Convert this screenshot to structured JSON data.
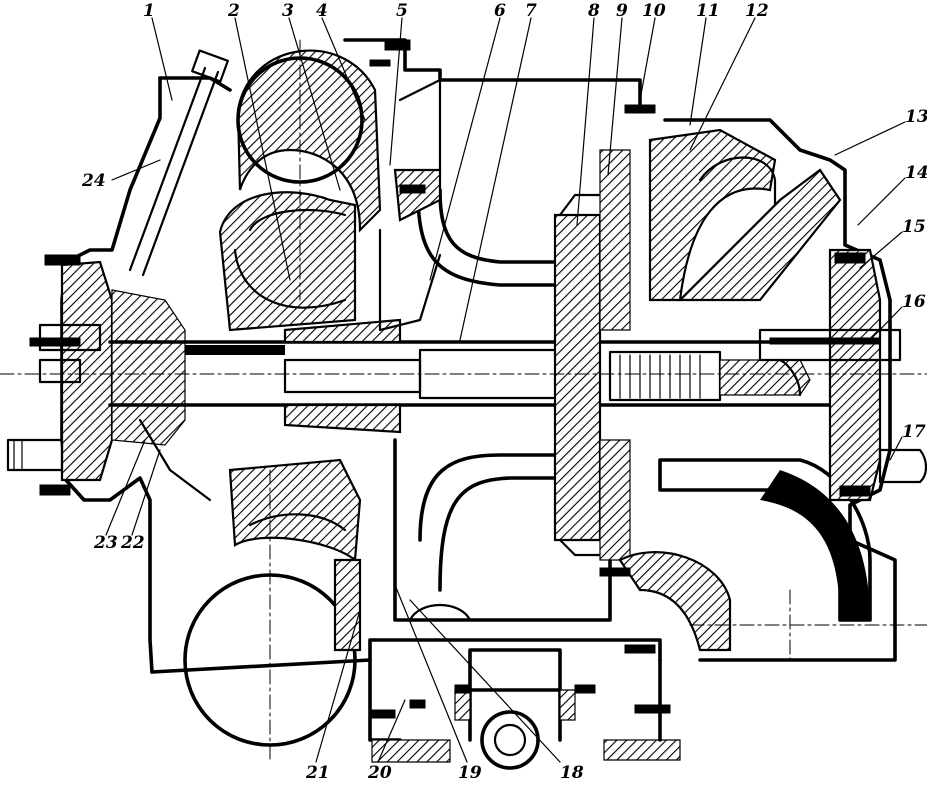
{
  "figure": {
    "part_labels": [
      "1",
      "2",
      "3",
      "4",
      "5",
      "6",
      "7",
      "8",
      "9",
      "10",
      "11",
      "12",
      "13",
      "14",
      "15",
      "16",
      "17",
      "18",
      "19",
      "20",
      "21",
      "22",
      "23",
      "24"
    ]
  }
}
